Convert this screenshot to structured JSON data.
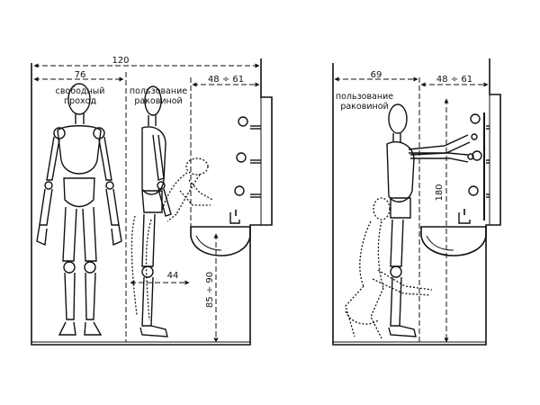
{
  "colors": {
    "ink": "#111111",
    "paper": "#ffffff"
  },
  "left_panel": {
    "dim_total": "120",
    "dim_passage": "76",
    "dim_sink_zone": "48 ÷ 61",
    "caption_passage_line1": "свободный",
    "caption_passage_line2": "проход",
    "caption_sink_line1": "пользование",
    "caption_sink_line2": "раковиной",
    "dim_depth": "44",
    "dim_sink_height": "85 ÷ 90"
  },
  "right_panel": {
    "dim_user_zone": "69",
    "dim_sink_zone": "48 ÷ 61",
    "caption_sink_line1": "пользование",
    "caption_sink_line2": "раковиной",
    "dim_reach_height": "180"
  }
}
